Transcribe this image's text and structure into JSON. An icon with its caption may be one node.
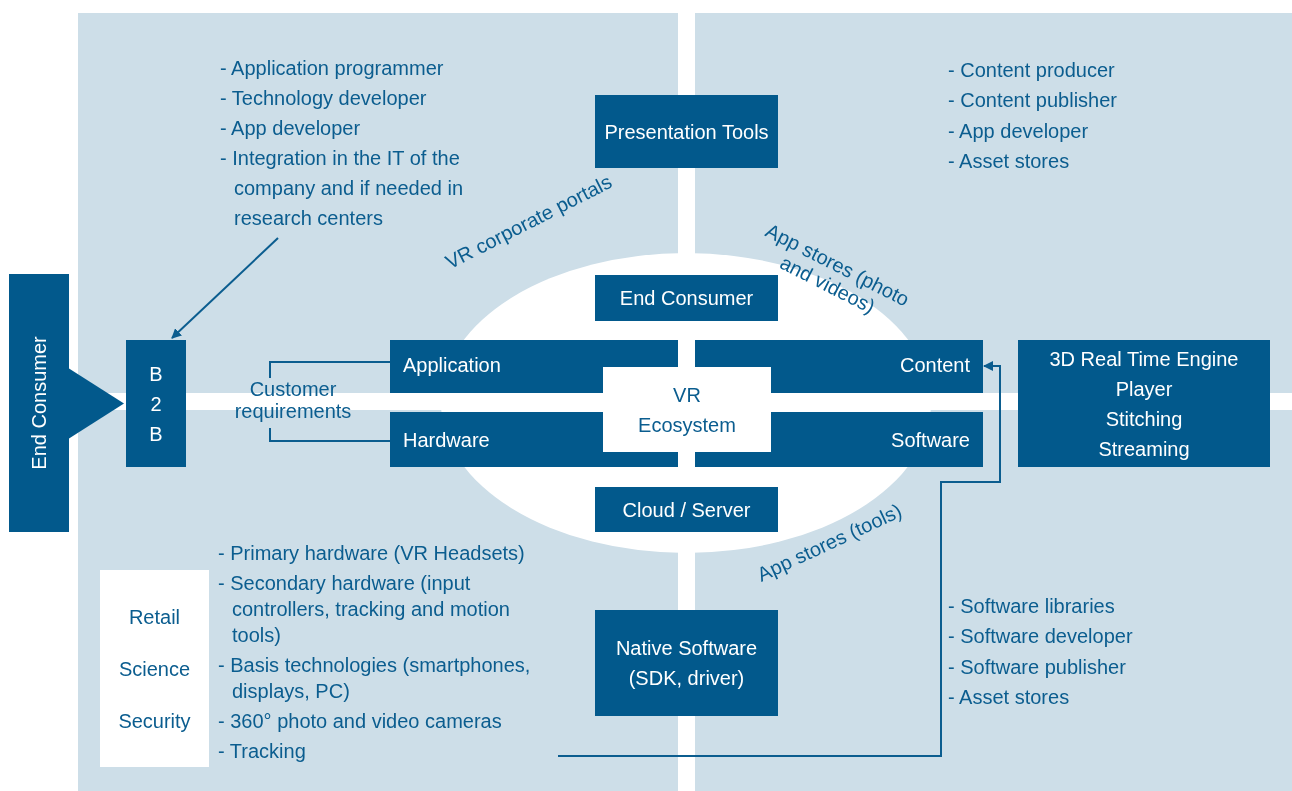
{
  "diagram": {
    "nodes": [
      {
        "text": [
          "End Consumer"
        ]
      },
      {
        "text": [
          "B 2 B"
        ]
      },
      {
        "text": [
          "- Application programmer",
          "- Technology developer",
          "- App developer",
          "- Integration in the IT of the company and if needed in research centers"
        ]
      },
      {
        "text": [
          "Presentation Tools"
        ]
      },
      {
        "text": [
          "End Consumer"
        ]
      },
      {
        "text": [
          "Application"
        ]
      },
      {
        "text": [
          "Hardware"
        ]
      },
      {
        "text": [
          "VR Ecosystem"
        ]
      },
      {
        "text": [
          "Content"
        ]
      },
      {
        "text": [
          "Software"
        ]
      },
      {
        "text": [
          "Cloud / Server"
        ]
      },
      {
        "text": [
          "Native Software (SDK, driver)"
        ]
      },
      {
        "text": [
          "3D Real Time Engine",
          "Player",
          "Stitching",
          "Streaming"
        ]
      },
      {
        "text": [
          "Retail",
          "Science",
          "Security"
        ]
      },
      {
        "text": [
          "- Primary hardware (VR Headsets)",
          "- Secondary hardware (input controllers, tracking and motion tools)",
          "- Basis technologies (smartphones, displays, PC)",
          "- 360° photo and video cameras",
          "- Tracking"
        ]
      },
      {
        "text": [
          "Customer requirements"
        ]
      }
    ],
    "edges": [
      {
        "from": 0,
        "to": 1,
        "arrow": "to"
      },
      {
        "from": 2,
        "to": 1,
        "arrow": "to"
      },
      {
        "from": 15,
        "to": 5,
        "arrow": "none"
      },
      {
        "from": 15,
        "to": 6,
        "arrow": "none"
      },
      {
        "from": 14,
        "to": 8,
        "arrow": "to"
      }
    ],
    "labels": [
      "- Content producer",
      "- Content publisher",
      "- App developer",
      "- Asset stores",
      "VR corporate portals",
      "App stores (photo and videos)",
      "App stores (tools)",
      "- Software libraries",
      "- Software developer",
      "- Software publisher",
      "- Asset stores"
    ]
  }
}
